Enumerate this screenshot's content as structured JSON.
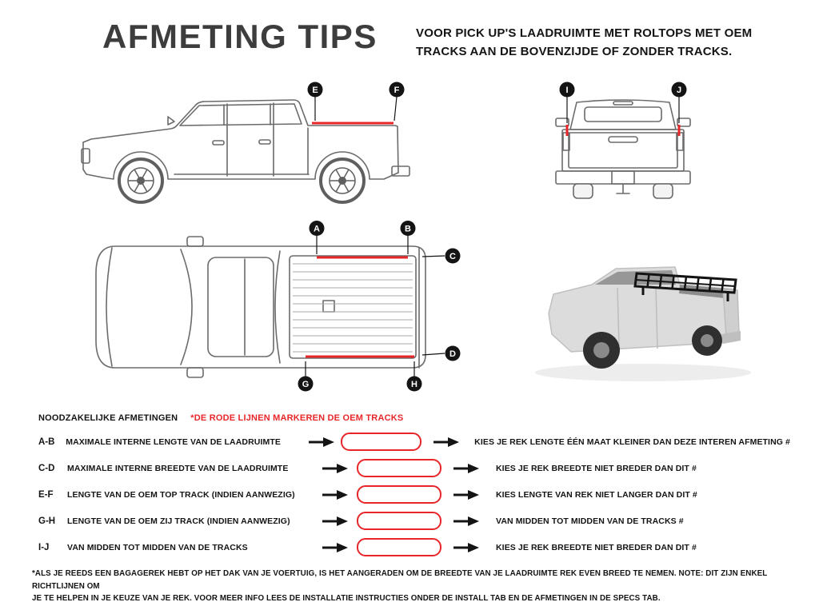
{
  "header": {
    "title": "AFMETING TIPS",
    "subtitle_line1": "VOOR PICK UP'S LAADRUIMTE MET ROLTOPS MET OEM",
    "subtitle_line2": "TRACKS AAN DE BOVENZIJDE OF ZONDER TRACKS."
  },
  "diagram": {
    "markers": {
      "a": "A",
      "b": "B",
      "c": "C",
      "d": "D",
      "e": "E",
      "f": "F",
      "g": "G",
      "h": "H",
      "i": "I",
      "j": "J"
    }
  },
  "measurements": {
    "heading": "NOODZAKELIJKE AFMETINGEN",
    "note": "*DE RODE LIJNEN MARKEREN DE OEM TRACKS",
    "rows": [
      {
        "key": "A-B",
        "label": "MAXIMALE INTERNE LENGTE VAN DE LAADRUIMTE",
        "value": "",
        "result": "KIES JE REK LENGTE ÉÉN MAAT KLEINER DAN DEZE INTEREN AFMETING #"
      },
      {
        "key": "C-D",
        "label": "MAXIMALE INTERNE BREEDTE VAN DE LAADRUIMTE",
        "value": "",
        "result": "KIES JE REK BREEDTE NIET BREDER DAN DIT #"
      },
      {
        "key": "E-F",
        "label": "LENGTE VAN DE OEM TOP TRACK (INDIEN AANWEZIG)",
        "value": "",
        "result": "KIES LENGTE VAN REK NIET LANGER DAN DIT #"
      },
      {
        "key": "G-H",
        "label": "LENGTE VAN DE OEM ZIJ TRACK (INDIEN AANWEZIG)",
        "value": "",
        "result": "VAN MIDDEN TOT MIDDEN VAN DE TRACKS #"
      },
      {
        "key": "I-J",
        "label": "VAN MIDDEN TOT MIDDEN VAN DE TRACKS",
        "value": "",
        "result": "KIES JE REK BREEDTE NIET BREDER DAN DIT #"
      }
    ]
  },
  "footer": {
    "line1": "*ALS JE REEDS EEN BAGAGEREK HEBT OP HET DAK VAN JE VOERTUIG, IS HET AANGERADEN OM DE BREEDTE VAN JE LAADRUIMTE REK EVEN BREED TE NEMEN. NOTE: DIT ZIJN ENKEL RICHTLIJNEN OM",
    "line2": "JE TE HELPEN IN JE KEUZE VAN JE REK. VOOR MEER INFO LEES DE INSTALLATIE INSTRUCTIES ONDER DE INSTALL TAB EN DE AFMETINGEN IN DE SPECS TAB."
  },
  "colors": {
    "accent_red": "#E8262A",
    "title_gray": "#3D3D3D",
    "line_gray": "#6B6B6B"
  }
}
